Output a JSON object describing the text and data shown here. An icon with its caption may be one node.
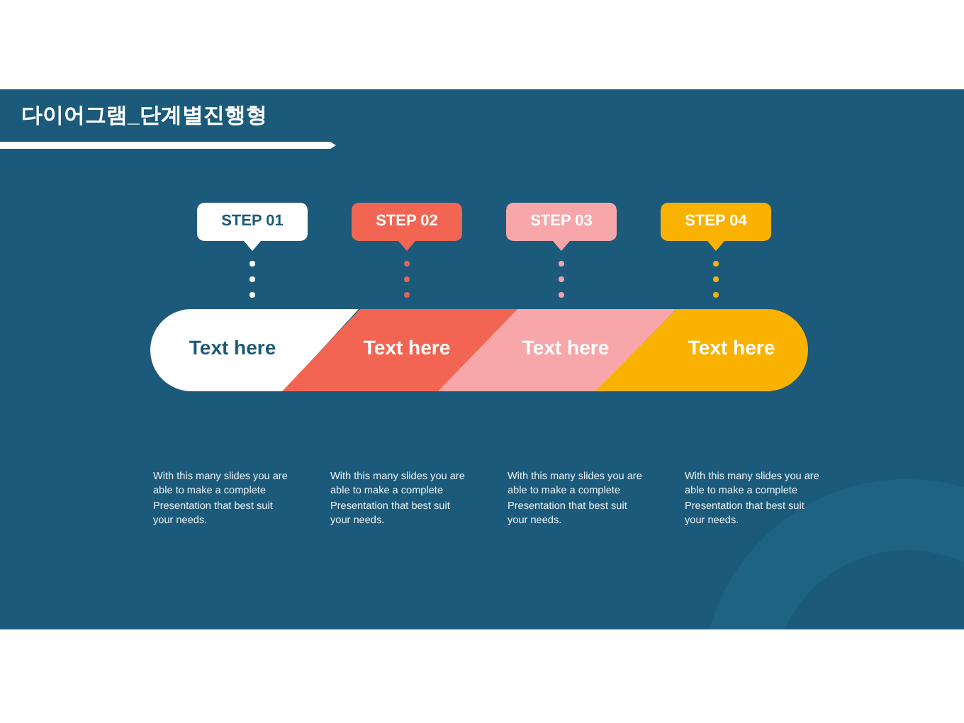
{
  "diagram": {
    "title": "다이어그램_단계별진행형",
    "nodes": [
      {
        "text": [
          "STEP 01"
        ]
      },
      {
        "text": [
          "STEP 02"
        ]
      },
      {
        "text": [
          "STEP 03"
        ]
      },
      {
        "text": [
          "STEP 04"
        ]
      },
      {
        "text": [
          "Text here"
        ]
      },
      {
        "text": [
          "Text here"
        ]
      },
      {
        "text": [
          "Text here"
        ]
      },
      {
        "text": [
          "Text here"
        ]
      }
    ],
    "edges": [
      {
        "from": 0,
        "to": 4,
        "arrow": "none",
        "style": "dashed",
        "color": "#ffffff"
      },
      {
        "from": 1,
        "to": 5,
        "arrow": "none",
        "style": "dashed",
        "color": "#d9675e"
      },
      {
        "from": 2,
        "to": 6,
        "arrow": "none",
        "style": "dashed",
        "color": "#f2a3a8"
      },
      {
        "from": 3,
        "to": 7,
        "arrow": "none",
        "style": "dashed",
        "color": "#f5b400"
      }
    ],
    "labels": [
      "With this many slides you are able to make a complete Presentation that best suit your needs.",
      "With this many slides you are able to make a complete Presentation that best suit your needs.",
      "With this many slides you are able to make a complete Presentation that best suit your needs.",
      "With this many slides you are able to make a complete Presentation that best suit your needs."
    ]
  }
}
